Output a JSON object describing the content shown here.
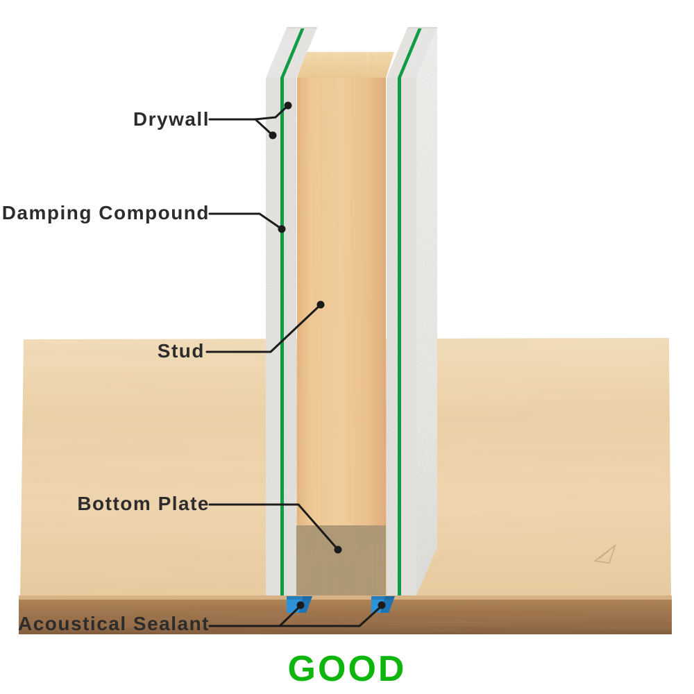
{
  "diagram": {
    "type": "soundproof-wall-cross-section",
    "labels": {
      "drywall": "Drywall",
      "damping_compound": "Damping Compound",
      "stud": "Stud",
      "bottom_plate": "Bottom Plate",
      "acoustical_sealant": "Acoustical Sealant"
    },
    "verdict": "GOOD",
    "colors": {
      "damping_compound_green": "#109b44",
      "verdict_green": "#0db50d",
      "sealant_blue": "#2e93d6",
      "sealant_blue_dark": "#1b6fae",
      "drywall_gray": "#e9e8e5",
      "stud_wood": "#eec591",
      "bottom_plate_wood": "#b59b74",
      "floor_wood": "#edd3ab",
      "floor_edge_brown": "#9c7048",
      "label_text": "#2c2c2c",
      "leader_line": "#1b1b1b"
    }
  }
}
